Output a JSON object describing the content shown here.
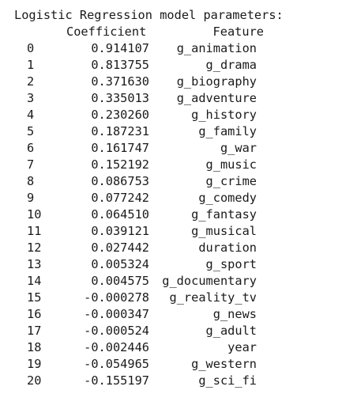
{
  "output": {
    "title": "Logistic Regression model parameters:",
    "headers": {
      "coefficient": "Coefficient",
      "feature": "Feature"
    },
    "rows": [
      {
        "index": "0",
        "coefficient": "0.914107",
        "feature": "g_animation"
      },
      {
        "index": "1",
        "coefficient": "0.813755",
        "feature": "g_drama"
      },
      {
        "index": "2",
        "coefficient": "0.371630",
        "feature": "g_biography"
      },
      {
        "index": "3",
        "coefficient": "0.335013",
        "feature": "g_adventure"
      },
      {
        "index": "4",
        "coefficient": "0.230260",
        "feature": "g_history"
      },
      {
        "index": "5",
        "coefficient": "0.187231",
        "feature": "g_family"
      },
      {
        "index": "6",
        "coefficient": "0.161747",
        "feature": "g_war"
      },
      {
        "index": "7",
        "coefficient": "0.152192",
        "feature": "g_music"
      },
      {
        "index": "8",
        "coefficient": "0.086753",
        "feature": "g_crime"
      },
      {
        "index": "9",
        "coefficient": "0.077242",
        "feature": "g_comedy"
      },
      {
        "index": "10",
        "coefficient": "0.064510",
        "feature": "g_fantasy"
      },
      {
        "index": "11",
        "coefficient": "0.039121",
        "feature": "g_musical"
      },
      {
        "index": "12",
        "coefficient": "0.027442",
        "feature": "duration"
      },
      {
        "index": "13",
        "coefficient": "0.005324",
        "feature": "g_sport"
      },
      {
        "index": "14",
        "coefficient": "0.004575",
        "feature": "g_documentary"
      },
      {
        "index": "15",
        "coefficient": "-0.000278",
        "feature": "g_reality_tv"
      },
      {
        "index": "16",
        "coefficient": "-0.000347",
        "feature": "g_news"
      },
      {
        "index": "17",
        "coefficient": "-0.000524",
        "feature": "g_adult"
      },
      {
        "index": "18",
        "coefficient": "-0.002446",
        "feature": "year"
      },
      {
        "index": "19",
        "coefficient": "-0.054965",
        "feature": "g_western"
      },
      {
        "index": "20",
        "coefficient": "-0.155197",
        "feature": "g_sci_fi"
      }
    ]
  }
}
